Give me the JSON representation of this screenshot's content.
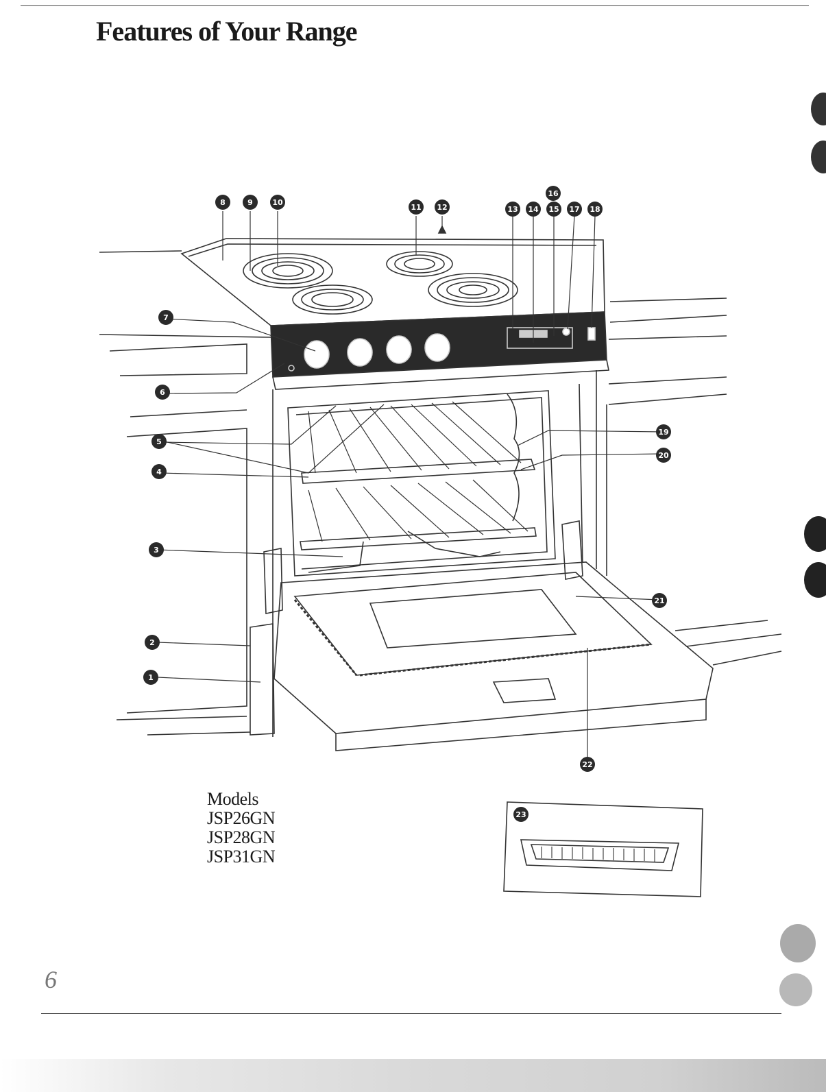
{
  "page": {
    "title": "Features of Your Range",
    "page_number": "6"
  },
  "models": {
    "heading": "Models",
    "list": [
      "JSP26GN",
      "JSP28GN",
      "JSP31GN"
    ]
  },
  "callouts": [
    "1",
    "2",
    "3",
    "4",
    "5",
    "6",
    "7",
    "8",
    "9",
    "10",
    "11",
    "12",
    "13",
    "14",
    "15",
    "16",
    "17",
    "18",
    "19",
    "20",
    "21",
    "22",
    "23"
  ],
  "colors": {
    "ink": "#1a1a1a",
    "control_panel": "#2a2a2a"
  }
}
